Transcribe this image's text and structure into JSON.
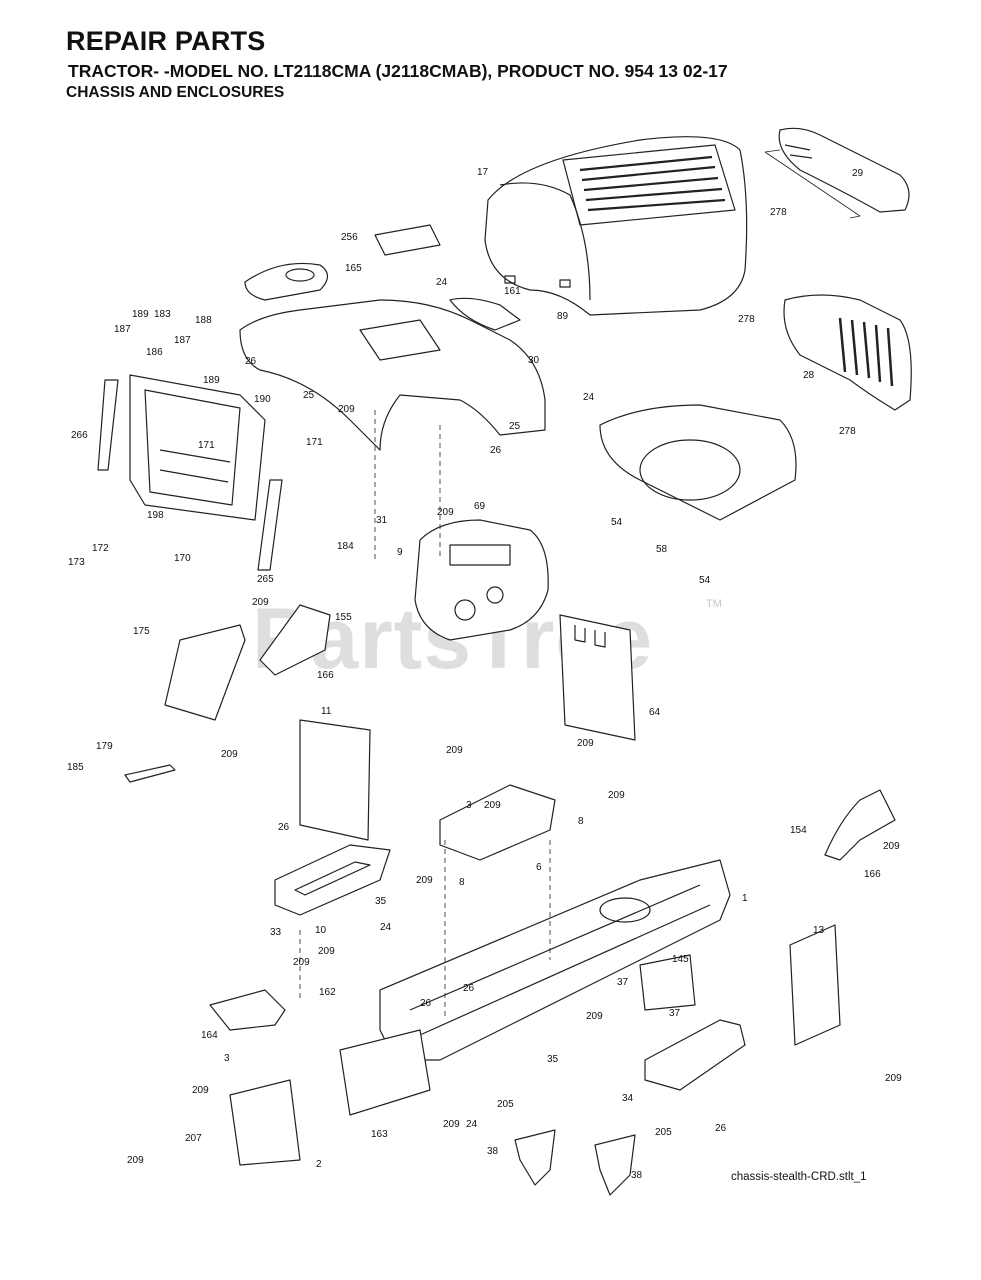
{
  "header": {
    "title": "REPAIR PARTS",
    "model_line": "TRACTOR- -MODEL NO. LT2118CMA (J2118CMAB), PRODUCT NO. 954 13 02-17",
    "section": "CHASSIS AND ENCLOSURES"
  },
  "watermark": {
    "text": "PartsTree",
    "tm": "TM"
  },
  "footer": {
    "filename": "chassis-stealth-CRD.stlt_1"
  },
  "callouts": [
    "17",
    "29",
    "278",
    "256",
    "165",
    "24",
    "161",
    "89",
    "189",
    "183",
    "187",
    "188",
    "186",
    "187",
    "26",
    "25",
    "189",
    "190",
    "30",
    "278",
    "28",
    "24",
    "209",
    "266",
    "171",
    "171",
    "26",
    "25",
    "278",
    "69",
    "31",
    "209",
    "198",
    "172",
    "173",
    "170",
    "184",
    "265",
    "54",
    "58",
    "54",
    "9",
    "209",
    "155",
    "175",
    "166",
    "64",
    "209",
    "11",
    "179",
    "185",
    "209",
    "209",
    "209",
    "3",
    "209",
    "8",
    "154",
    "209",
    "26",
    "6",
    "8",
    "166",
    "209",
    "35",
    "10",
    "33",
    "1",
    "24",
    "13",
    "209",
    "145",
    "209",
    "162",
    "37",
    "26",
    "26",
    "209",
    "164",
    "37",
    "3",
    "35",
    "34",
    "209",
    "209",
    "207",
    "209",
    "205",
    "24",
    "163",
    "209",
    "205",
    "38",
    "38",
    "2",
    "26"
  ]
}
